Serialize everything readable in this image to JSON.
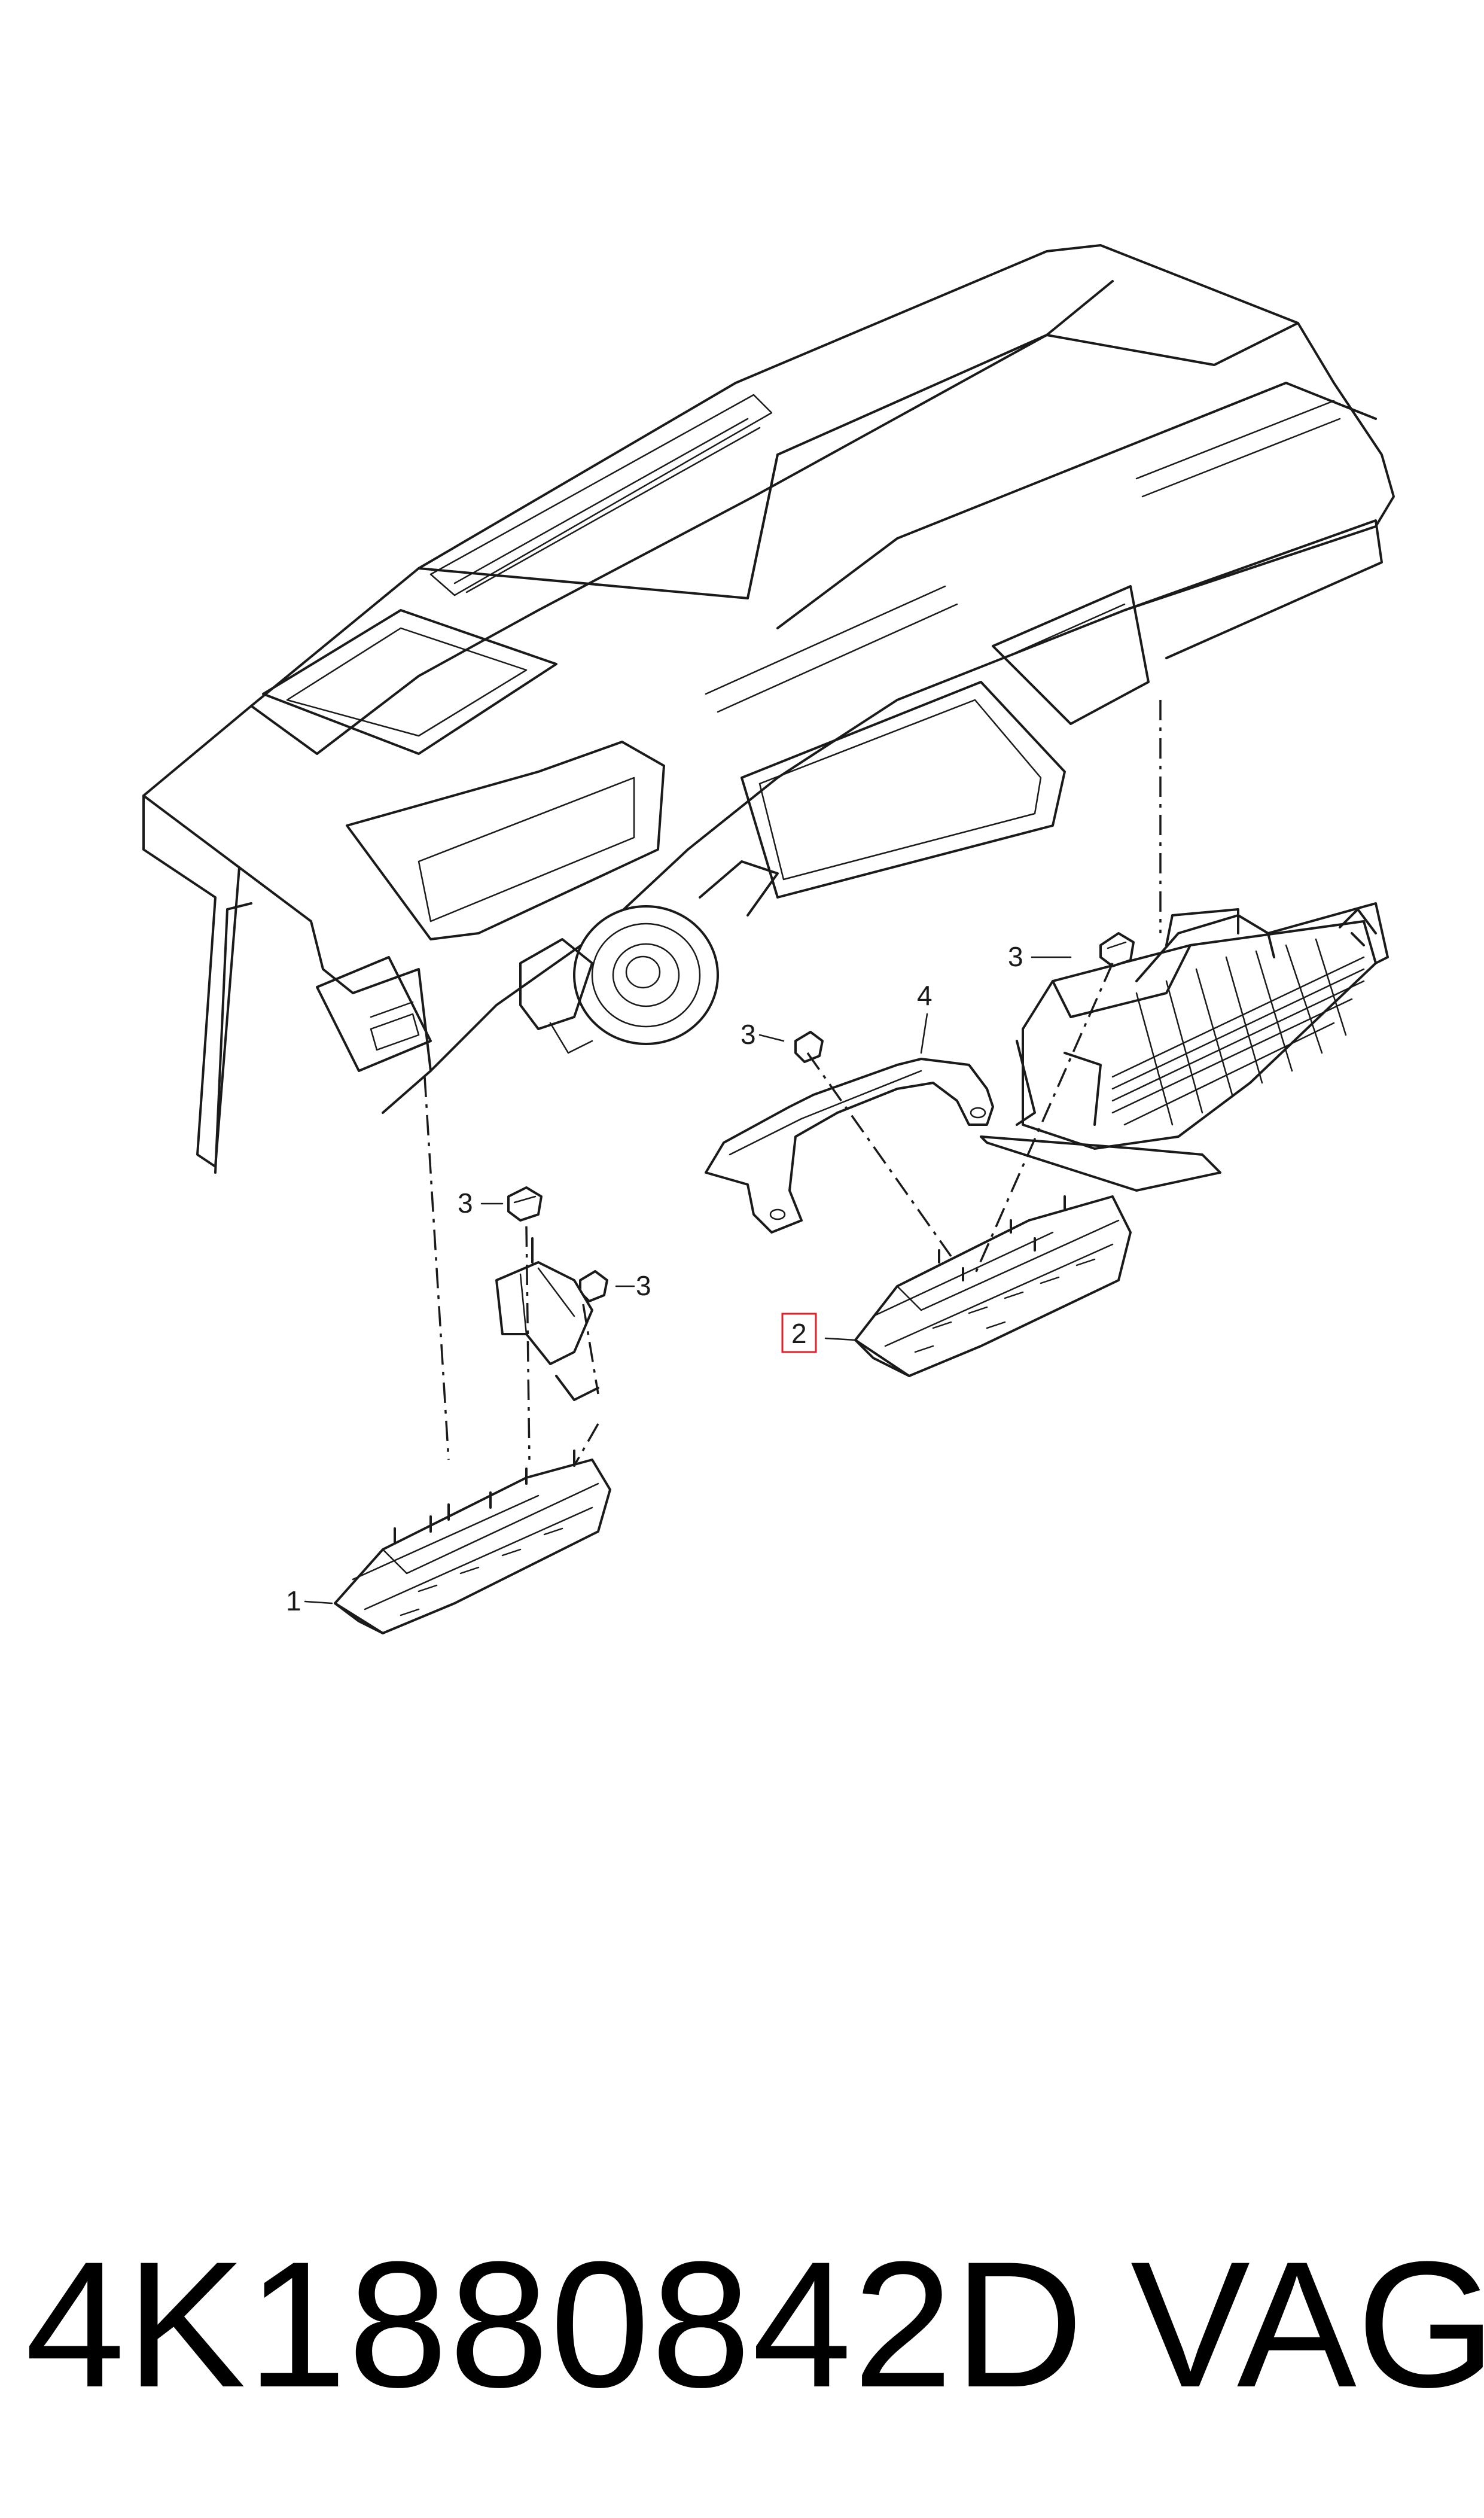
{
  "callouts": {
    "c1": "1",
    "c2": "2",
    "c3a": "3",
    "c3b": "3",
    "c3c": "3",
    "c3d": "3",
    "c4": "4"
  },
  "highlighted_callout": "2",
  "footer": {
    "part_number": "4K1880842D",
    "brand": "VAG"
  },
  "colors": {
    "line": "#1a1a1a",
    "highlight": "#e0202a"
  }
}
